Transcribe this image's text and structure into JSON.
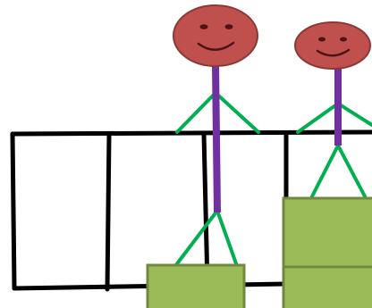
{
  "illustration": {
    "description_text": "",
    "colors": {
      "background": "#ffffff",
      "fence": "#000000",
      "head_fill": "#c0504d",
      "head_stroke": "#8c3836",
      "face_features": "#4a1513",
      "body": "#7030a0",
      "limbs": "#00b050",
      "box_fill": "#9bbb59",
      "box_stroke": "#71893f"
    },
    "figures": [
      {
        "id": "left-figure",
        "face": "smiley"
      },
      {
        "id": "right-figure",
        "face": "smiley"
      }
    ],
    "boxes_count": 3
  }
}
